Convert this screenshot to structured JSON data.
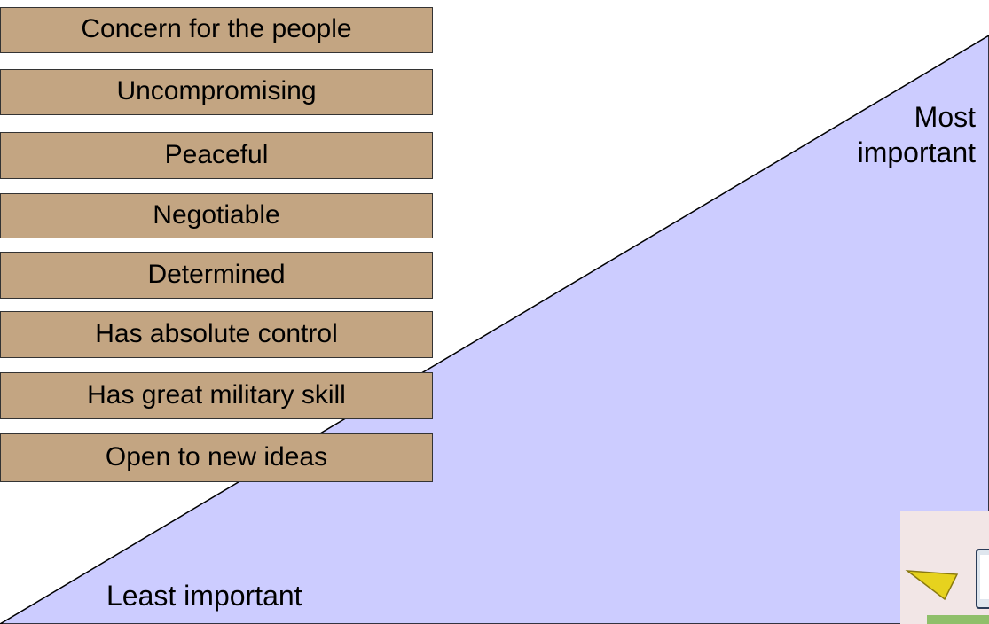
{
  "cards": [
    {
      "label": "Concern for the people"
    },
    {
      "label": "Uncompromising"
    },
    {
      "label": "Peaceful"
    },
    {
      "label": "Negotiable"
    },
    {
      "label": "Determined"
    },
    {
      "label": "Has absolute control"
    },
    {
      "label": "Has great military skill"
    },
    {
      "label": "Open to new ideas"
    }
  ],
  "scale": {
    "most_label_line1": "Most",
    "most_label_line2": "important",
    "least_label": "Least important"
  },
  "colors": {
    "card_fill": "#c3a582",
    "ramp_fill": "#ccccff"
  }
}
